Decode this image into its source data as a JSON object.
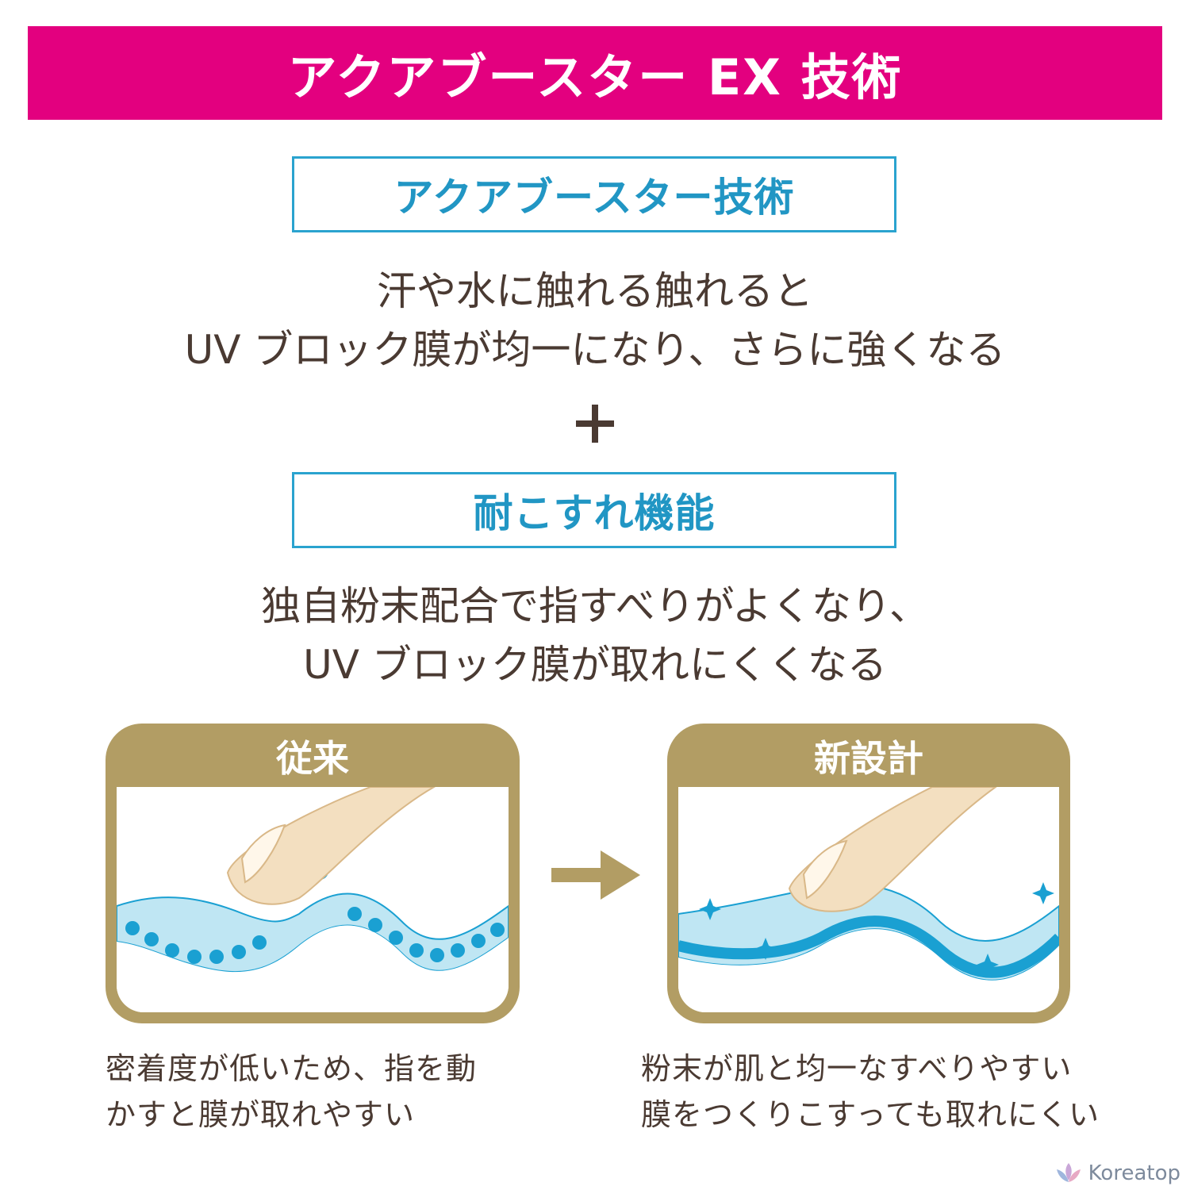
{
  "header": {
    "title": "アクアブースター EX 技術"
  },
  "section1": {
    "title": "アクアブースター技術",
    "lines": [
      "汗や水に触れる触れると",
      "UV ブロック膜が均一になり、さらに強くなる"
    ]
  },
  "plus_icon": "plus-icon",
  "section2": {
    "title": "耐こすれ機能",
    "lines": [
      "独自粉末配合で指すべりがよくなり、",
      "UV ブロック膜が取れにくくなる"
    ]
  },
  "comparison": {
    "before": {
      "label": "従来",
      "caption": [
        "密着度が低いため、指を動",
        "かすと膜が取れやすい"
      ]
    },
    "arrow_icon": "arrow-right-icon",
    "after": {
      "label": "新設計",
      "caption": [
        "粉末が肌と均一なすべりやすい",
        "膜をつくりこすっても取れにくい"
      ]
    }
  },
  "watermark": {
    "text": "Koreatop"
  },
  "colors": {
    "banner": "#e3007f",
    "box_border": "#2aa3cf",
    "box_text": "#2196c4",
    "body_text": "#4a3a32",
    "panel_frame": "#b29d64",
    "film_light": "#bfe6f3",
    "film_dark": "#1aa0d2",
    "finger": "#f3dfc0"
  }
}
